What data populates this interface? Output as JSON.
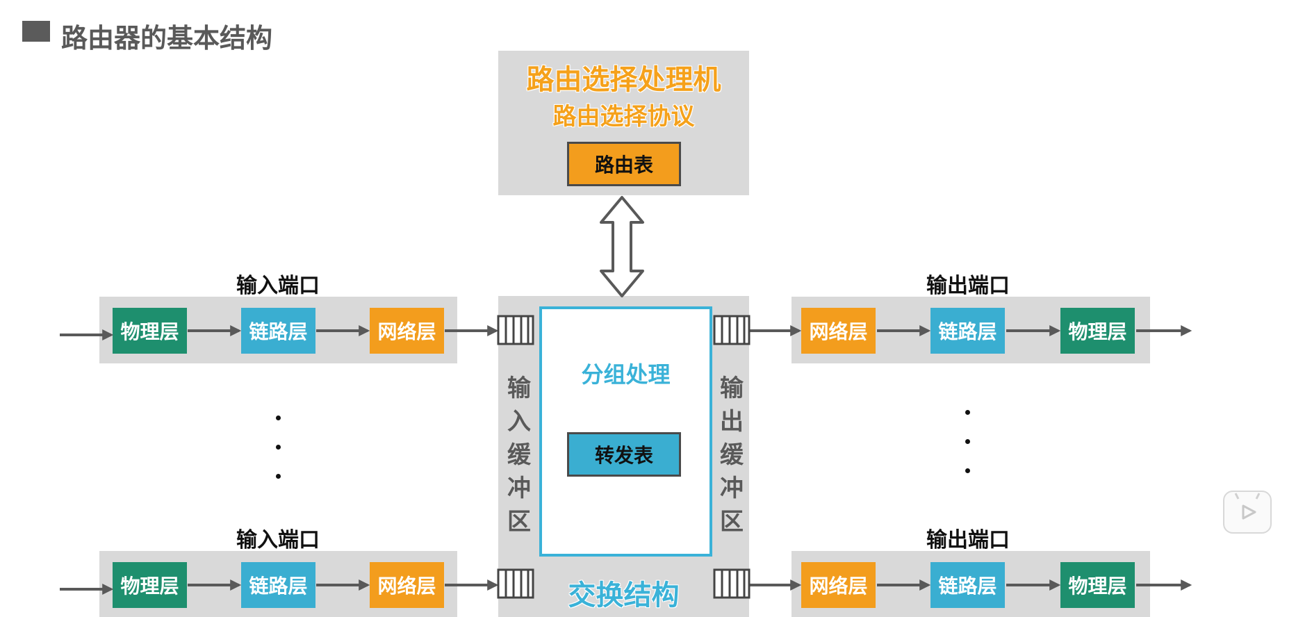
{
  "title": "路由器的基本结构",
  "routing_processor": {
    "title": "路由选择处理机",
    "protocol": "路由选择协议",
    "table": "路由表"
  },
  "input_ports": [
    {
      "label": "输入端口",
      "layers": [
        "物理层",
        "链路层",
        "网络层"
      ]
    },
    {
      "label": "输入端口",
      "layers": [
        "物理层",
        "链路层",
        "网络层"
      ]
    }
  ],
  "output_ports": [
    {
      "label": "输出端口",
      "layers": [
        "网络层",
        "链路层",
        "物理层"
      ]
    },
    {
      "label": "输出端口",
      "layers": [
        "网络层",
        "链路层",
        "物理层"
      ]
    }
  ],
  "switch_fabric": {
    "input_buffer": [
      "输",
      "入",
      "缓",
      "冲",
      "区"
    ],
    "output_buffer": [
      "输",
      "出",
      "缓",
      "冲",
      "区"
    ],
    "packet_processing": "分组处理",
    "forwarding_table": "转发表",
    "name": "交换结构"
  },
  "colors": {
    "physical": "#1e8f6e",
    "link": "#3aaed1",
    "network": "#f39d1d",
    "panel": "#d9d9d9"
  },
  "icons": [
    "player-icon"
  ]
}
